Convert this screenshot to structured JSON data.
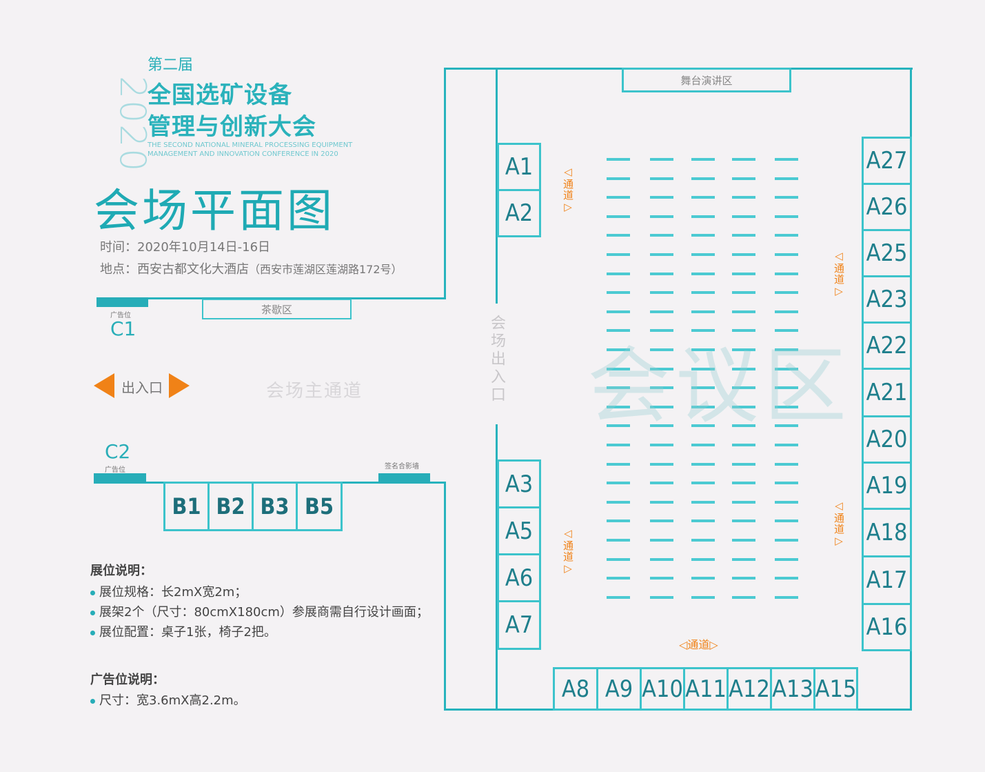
{
  "header": {
    "year": "2020",
    "edition": "第二届",
    "title_line1": "全国选矿设备",
    "title_line2": "管理与创新大会",
    "english_line1": "THE SECOND NATIONAL MINERAL PROCESSING EQUIPMENT",
    "english_line2": "MANAGEMENT AND INNOVATION CONFERENCE IN 2020",
    "map_title": "会场平面图",
    "time": "时间：2020年10月14日-16日",
    "location": "地点：西安古都文化大酒店",
    "location_detail": "（西安市莲湖区莲湖路172号）"
  },
  "areas": {
    "stage": "舞台演讲区",
    "tea_break": "茶歇区",
    "main_aisle": "会场主通道",
    "venue_exit": "会场出入口",
    "entrance": "出入口",
    "meeting_zone": "会议区",
    "signature_wall": "签名合影墙",
    "aisle": "通道"
  },
  "ads": {
    "c1_tag": "广告位",
    "c1_name": "C1",
    "c2_tag": "广告位",
    "c2_name": "C2"
  },
  "booths": {
    "left_top": [
      "A1",
      "A2"
    ],
    "left_bottom": [
      "A3",
      "A5",
      "A6",
      "A7"
    ],
    "bottom": [
      "A8",
      "A9",
      "A10",
      "A11",
      "A12",
      "A13",
      "A15"
    ],
    "right": [
      "A27",
      "A26",
      "A25",
      "A23",
      "A22",
      "A21",
      "A20",
      "A19",
      "A18",
      "A17",
      "A16"
    ],
    "b_row": [
      "B1",
      "B2",
      "B3",
      "B5"
    ]
  },
  "notes": {
    "booth_heading": "展位说明：",
    "booth_items": [
      "展位规格：长2mX宽2m；",
      "展架2个（尺寸：80cmX180cm）参展商需自行设计画面；",
      "展位配置：桌子1张，椅子2把。"
    ],
    "ad_heading": "广告位说明：",
    "ad_items": [
      "尺寸：宽3.6mX高2.2m。"
    ]
  },
  "colors": {
    "accent": "#27b3bd",
    "aisle": "#f08217",
    "seat": "#4ccad2"
  }
}
